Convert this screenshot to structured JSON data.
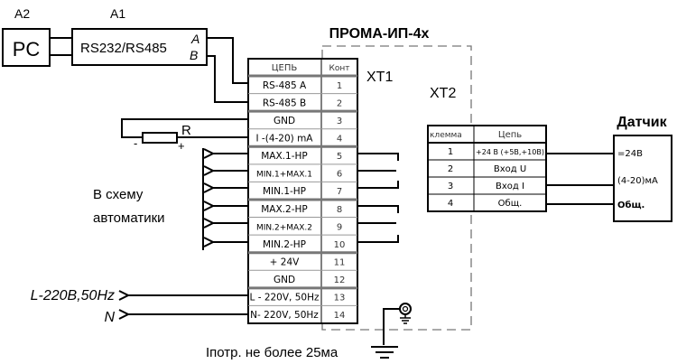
{
  "title": "ПРОМА-ИП-4х",
  "pc": {
    "designator": "A2",
    "label": "PC"
  },
  "converter": {
    "designator": "A1",
    "label": "RS232/RS485",
    "pin_a": "A",
    "pin_b": "B"
  },
  "xt1": {
    "label": "XT1",
    "headers": {
      "circuit": "ЦЕПЬ",
      "contact": "Конт"
    },
    "rows": [
      {
        "circuit": "RS-485  A",
        "contact": "1"
      },
      {
        "circuit": "RS-485  B",
        "contact": "2"
      },
      {
        "circuit": "GND",
        "contact": "3"
      },
      {
        "circuit": "I -(4-20) mA",
        "contact": "4"
      },
      {
        "circuit": "MAX.1-HP",
        "contact": "5"
      },
      {
        "circuit": "MIN.1+MAX.1",
        "contact": "6"
      },
      {
        "circuit": "MIN.1-HP",
        "contact": "7"
      },
      {
        "circuit": "MAX.2-HP",
        "contact": "8"
      },
      {
        "circuit": "MIN.2+MAX.2",
        "contact": "9"
      },
      {
        "circuit": "MIN.2-HP",
        "contact": "10"
      },
      {
        "circuit": "+ 24V",
        "contact": "11"
      },
      {
        "circuit": "GND",
        "contact": "12"
      },
      {
        "circuit": "L - 220V, 50Hz",
        "contact": "13"
      },
      {
        "circuit": "N- 220V, 50Hz",
        "contact": "14"
      }
    ]
  },
  "xt2": {
    "label": "XT2",
    "headers": {
      "terminal": "клемма",
      "circuit": "Цепь"
    },
    "rows": [
      {
        "terminal": "1",
        "circuit": "+24 В (+5В,+10В)"
      },
      {
        "terminal": "2",
        "circuit": "Вход U"
      },
      {
        "terminal": "3",
        "circuit": "Вход I"
      },
      {
        "terminal": "4",
        "circuit": "Общ."
      }
    ]
  },
  "sensor": {
    "title": "Датчик",
    "pins": [
      "=24В",
      "(4-20)мА",
      "Общ."
    ]
  },
  "resistor": {
    "label": "R",
    "minus": "-",
    "plus": "+"
  },
  "automation_label": [
    "В схему",
    "автоматики"
  ],
  "power": {
    "line_label": "L-220В,50Hz",
    "neutral_label": "N"
  },
  "consumption_note": "Iпотр. не более 25ма"
}
